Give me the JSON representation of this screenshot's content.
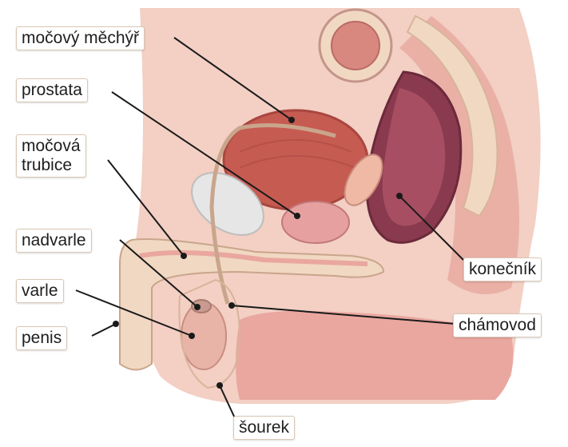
{
  "labels": {
    "mocovy_mechyr": "močový měchýř",
    "prostata": "prostata",
    "mocova_trubice": [
      "močová",
      "trubice"
    ],
    "nadvarle": "nadvarle",
    "varle": "varle",
    "penis": "penis",
    "konecnik": "konečník",
    "chamovod": "chámovod",
    "sourek": "šourek"
  },
  "colors": {
    "body_tissue": "#e9a79f",
    "body_light": "#f3cfc4",
    "bladder": "#c65b52",
    "rectum": "#8a3a4e",
    "bone": "#f1d8c2",
    "line": "#1a1a1a"
  }
}
